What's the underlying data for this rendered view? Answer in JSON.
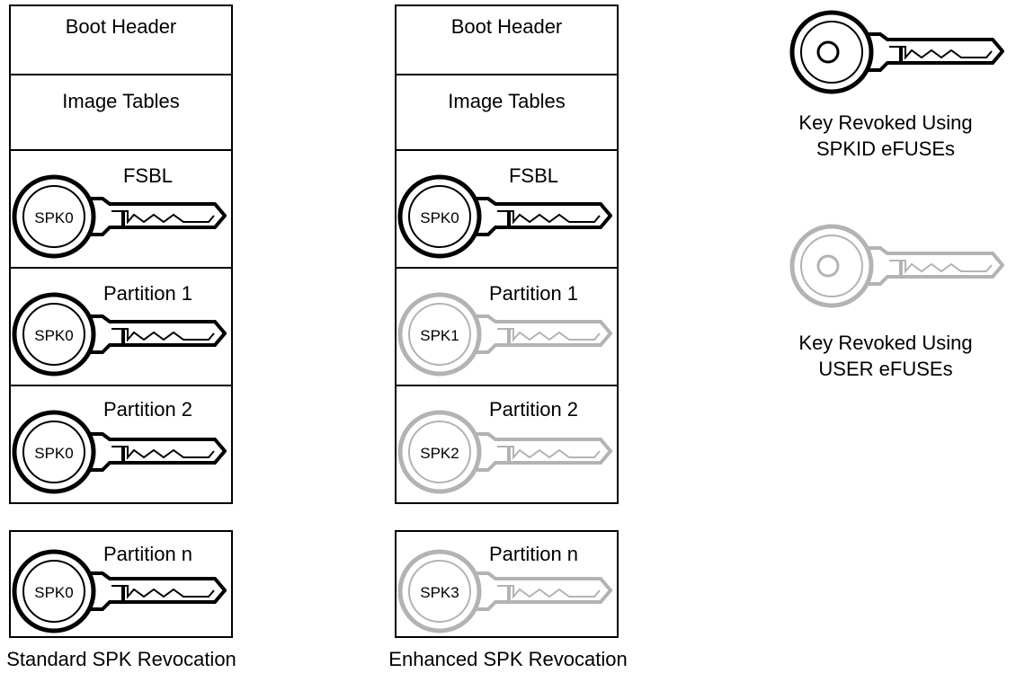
{
  "colors": {
    "active": "#000000",
    "revoked_user": "#b3b3b3"
  },
  "columns": [
    {
      "caption": "Standard SPK Revocation",
      "cells": [
        {
          "label": "Boot Header"
        },
        {
          "label": "Image Tables"
        },
        {
          "label": "FSBL",
          "key": {
            "text": "SPK0",
            "style": "dark"
          }
        },
        {
          "label": "Partition 1",
          "key": {
            "text": "SPK0",
            "style": "dark"
          }
        },
        {
          "label": "Partition 2",
          "key": {
            "text": "SPK0",
            "style": "dark"
          }
        }
      ],
      "last": {
        "label": "Partition n",
        "key": {
          "text": "SPK0",
          "style": "dark"
        }
      }
    },
    {
      "caption": "Enhanced SPK Revocation",
      "cells": [
        {
          "label": "Boot Header"
        },
        {
          "label": "Image Tables"
        },
        {
          "label": "FSBL",
          "key": {
            "text": "SPK0",
            "style": "dark"
          }
        },
        {
          "label": "Partition 1",
          "key": {
            "text": "SPK1",
            "style": "gray"
          }
        },
        {
          "label": "Partition 2",
          "key": {
            "text": "SPK2",
            "style": "gray"
          }
        }
      ],
      "last": {
        "label": "Partition n",
        "key": {
          "text": "SPK3",
          "style": "gray"
        }
      }
    }
  ],
  "legend": [
    {
      "style": "dark",
      "line1": "Key Revoked Using",
      "line2": "SPKID eFUSEs"
    },
    {
      "style": "gray",
      "line1": "Key Revoked Using",
      "line2": "USER eFUSEs"
    }
  ]
}
